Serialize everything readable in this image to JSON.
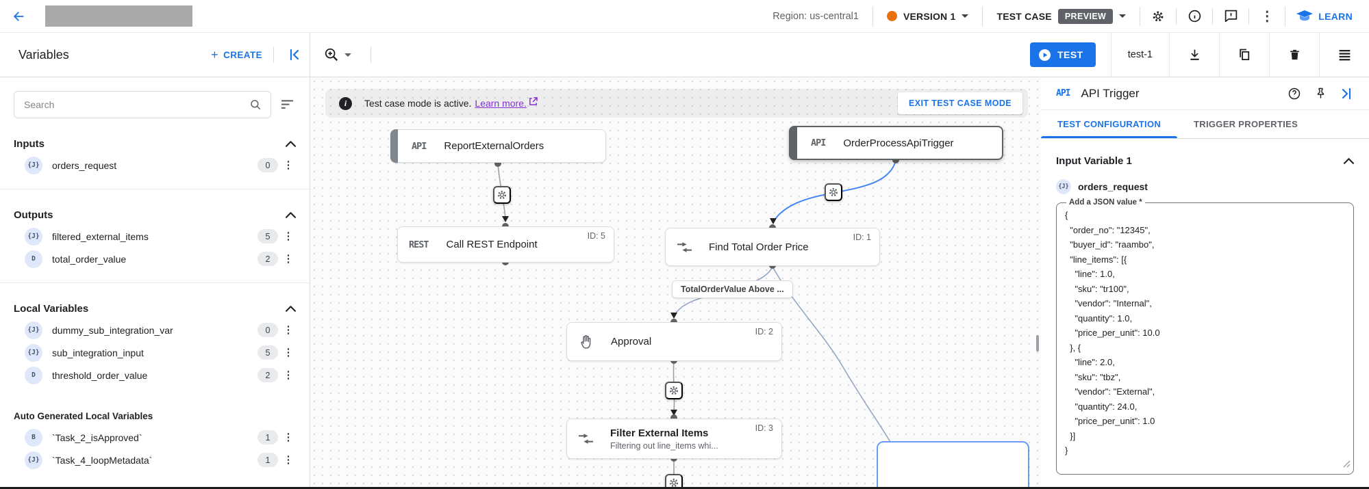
{
  "topbar": {
    "region_label": "Region: us-central1",
    "version_label": "VERSION 1",
    "test_case_label": "TEST CASE",
    "preview_badge": "PREVIEW",
    "learn_label": "LEARN"
  },
  "toolbar": {
    "title": "Variables",
    "create_label": "CREATE",
    "test_button_label": "TEST",
    "test_case_name": "test-1"
  },
  "sidebar": {
    "search_placeholder": "Search",
    "sections": [
      {
        "title": "Inputs",
        "items": [
          {
            "type": "{J}",
            "label": "orders_request",
            "count": "0"
          }
        ]
      },
      {
        "title": "Outputs",
        "items": [
          {
            "type": "{J}",
            "label": "filtered_external_items",
            "count": "5"
          },
          {
            "type": "D",
            "label": "total_order_value",
            "count": "2"
          }
        ]
      },
      {
        "title": "Local Variables",
        "items": [
          {
            "type": "{J}",
            "label": "dummy_sub_integration_var",
            "count": "0"
          },
          {
            "type": "{J}",
            "label": "sub_integration_input",
            "count": "5"
          },
          {
            "type": "D",
            "label": "threshold_order_value",
            "count": "2"
          }
        ]
      },
      {
        "title": "Auto Generated Local Variables",
        "items": [
          {
            "type": "B",
            "label": "`Task_2_isApproved`",
            "count": "1"
          },
          {
            "type": "{J}",
            "label": "`Task_4_loopMetadata`",
            "count": "1"
          }
        ]
      }
    ]
  },
  "canvas": {
    "banner": {
      "message": "Test case mode is active.",
      "link_label": "Learn more.",
      "info_glyph": "i",
      "exit_button": "EXIT TEST CASE MODE"
    },
    "nodes": [
      {
        "badge": "API",
        "title": "ReportExternalOrders"
      },
      {
        "badge": "API",
        "title": "OrderProcessApiTrigger"
      },
      {
        "badge": "REST",
        "title": "Call REST Endpoint",
        "id": "ID: 5"
      },
      {
        "title": "Find Total Order Price",
        "id": "ID: 1"
      },
      {
        "title": "Approval",
        "id": "ID: 2"
      },
      {
        "title": "Filter External Items",
        "subtitle": "Filtering out line_items whi...",
        "id": "ID: 3"
      }
    ],
    "edge_label": "TotalOrderValue Above ..."
  },
  "panel": {
    "icon_label": "API",
    "title": "API Trigger",
    "tabs": [
      "TEST CONFIGURATION",
      "TRIGGER PROPERTIES"
    ],
    "section_title": "Input Variable 1",
    "variable": {
      "type": "{J}",
      "name": "orders_request"
    },
    "field_label": "Add a JSON value *",
    "json_value": "{\n  \"order_no\": \"12345\",\n  \"buyer_id\": \"raambo\",\n  \"line_items\": [{\n    \"line\": 1.0,\n    \"sku\": \"tr100\",\n    \"vendor\": \"Internal\",\n    \"quantity\": 1.0,\n    \"price_per_unit\": 10.0\n  }, {\n    \"line\": 2.0,\n    \"sku\": \"tbz\",\n    \"vendor\": \"External\",\n    \"quantity\": 24.0,\n    \"price_per_unit\": 1.0\n  }]\n}"
  },
  "icons": {
    "more_vertical": "⋮"
  },
  "colors": {
    "accent_blue": "#1a73e8",
    "status_orange": "#e8710a",
    "link_purple": "#8430ce"
  }
}
